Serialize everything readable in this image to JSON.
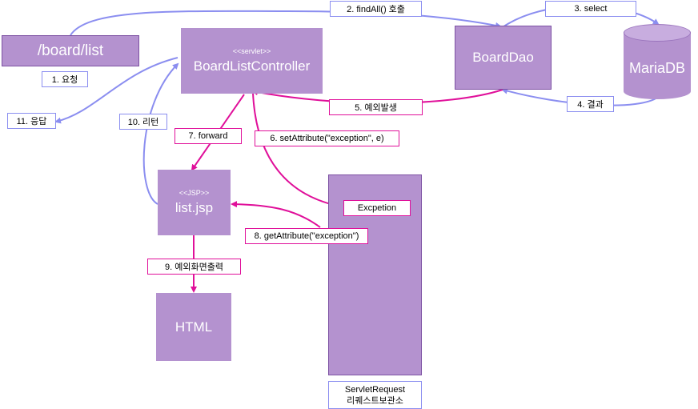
{
  "nodes": {
    "request_url": "/board/list",
    "controller_stereotype": "<<servlet>>",
    "controller": "BoardListController",
    "dao": "BoardDao",
    "db": "MariaDB",
    "jsp_stereotype": "<<JSP>>",
    "jsp": "list.jsp",
    "html": "HTML",
    "exception": "Excpetion",
    "request_store_line1": "ServletRequest",
    "request_store_line2": "리퀘스트보관소"
  },
  "steps": {
    "s1": "1. 요청",
    "s2": "2. findAll() 호출",
    "s3": "3. select",
    "s4": "4. 결과",
    "s5": "5. 예외발생",
    "s6": "6. setAttribute(\"exception\", e)",
    "s7": "7. forward",
    "s8": "8. getAttribute(\"exception\")",
    "s9": "9. 예외화면출력",
    "s10": "10. 리턴",
    "s11": "11. 응답"
  },
  "colors": {
    "box_fill": "#b492cf",
    "blue_arrow": "#8b8ef0",
    "pink_arrow": "#e0109a"
  }
}
